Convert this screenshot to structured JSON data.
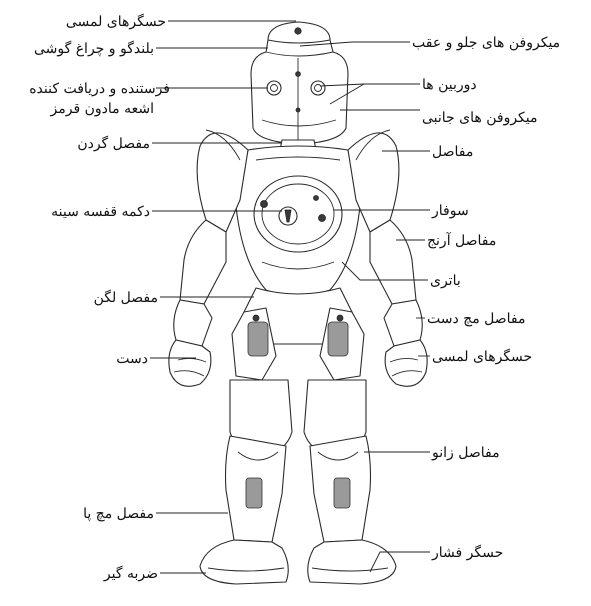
{
  "labels_left": [
    "حسگرهای لمسی",
    "بلندگو و چراغ گوشی",
    "فرستنده و دریافت کننده",
    "اشعه مادون قرمز",
    "مفصل گردن",
    "دکمه قفسه سینه",
    "مفصل لگن",
    "دست",
    "مفصل مچ پا",
    "ضربه گیر"
  ],
  "labels_right": [
    "میکروفن های جلو و عقب",
    "دوربین ها",
    "میکروفن های جانبی",
    "مفاصل",
    "سوفار",
    "مفاصل آرنج",
    "باتری",
    "مفاصل مچ دست",
    "حسگرهای لمسی",
    "مفاصل زانو",
    "حسگر فشار"
  ]
}
